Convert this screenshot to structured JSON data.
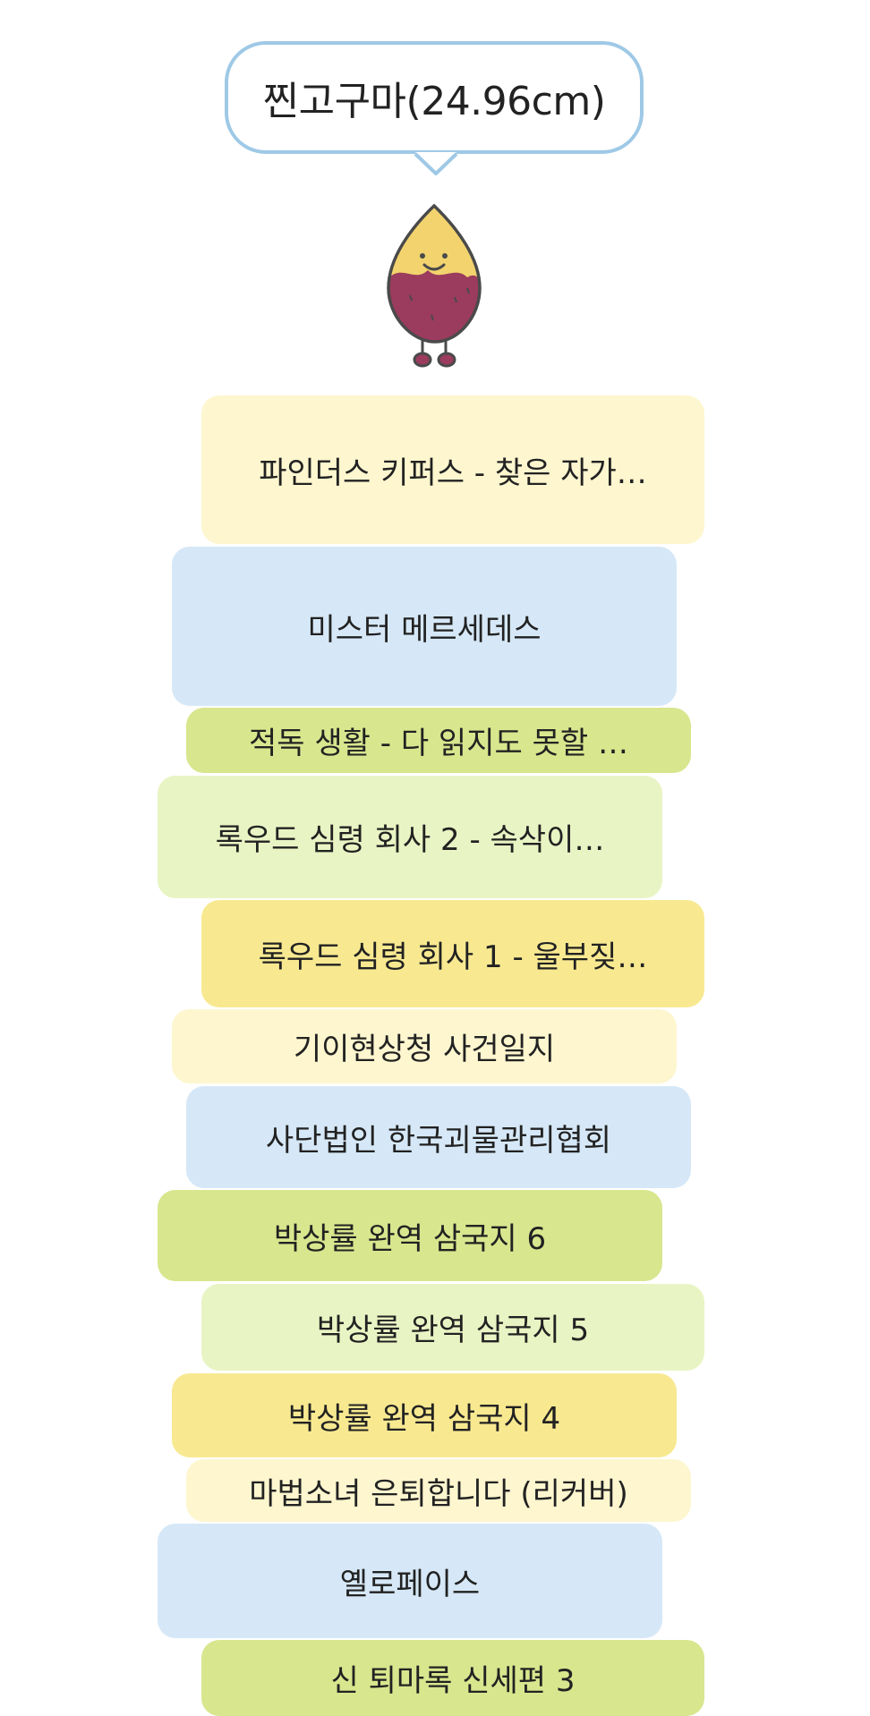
{
  "header": {
    "bubble_label": "찐고구마(24.96cm)",
    "mascot_icon": "sweet-potato-icon"
  },
  "colors": {
    "bubble_border": "#9ec9e6",
    "cream": "#fdf6cf",
    "sky": "#d6e8f7",
    "green": "#d8e68e",
    "light_green": "#e9f4c4",
    "yellow": "#f8e991",
    "potato_flesh": "#f2d36e",
    "potato_skin": "#9b3b5e"
  },
  "books": [
    {
      "title": "파인더스 키퍼스 - 찾은 자가…",
      "color": "cream"
    },
    {
      "title": "미스터 메르세데스",
      "color": "sky"
    },
    {
      "title": "적독 생활 - 다 읽지도 못할 …",
      "color": "green"
    },
    {
      "title": "록우드 심령 회사 2 - 속삭이…",
      "color": "light_green"
    },
    {
      "title": "록우드 심령 회사 1 - 울부짖…",
      "color": "yellow"
    },
    {
      "title": "기이현상청 사건일지",
      "color": "cream"
    },
    {
      "title": "사단법인 한국괴물관리협회",
      "color": "sky"
    },
    {
      "title": "박상률 완역 삼국지 6",
      "color": "green"
    },
    {
      "title": "박상률 완역 삼국지 5",
      "color": "light_green"
    },
    {
      "title": "박상률 완역 삼국지 4",
      "color": "yellow"
    },
    {
      "title": "마법소녀 은퇴합니다 (리커버)",
      "color": "cream"
    },
    {
      "title": "옐로페이스",
      "color": "sky"
    },
    {
      "title": "신 퇴마록 신세편 3",
      "color": "green"
    }
  ]
}
